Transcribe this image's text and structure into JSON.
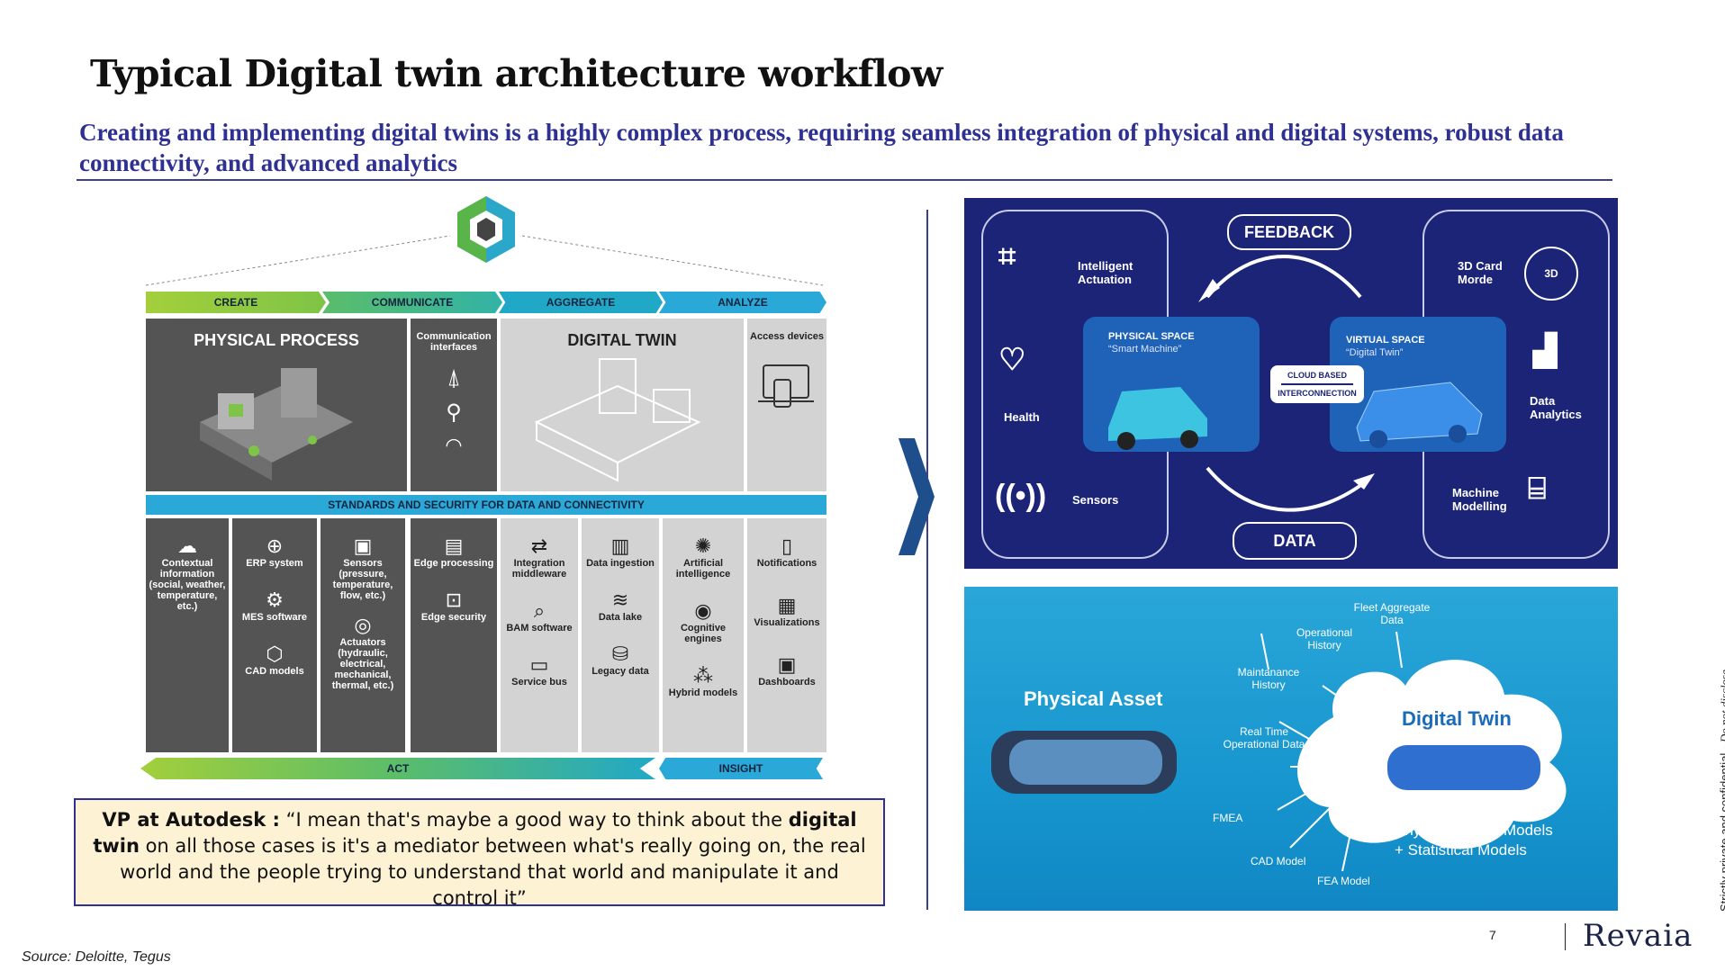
{
  "title": "Typical Digital twin architecture workflow",
  "subtitle": "Creating and implementing digital twins is a highly complex process, requiring seamless integration of physical and digital systems, robust data connectivity, and advanced analytics",
  "architecture": {
    "stages": [
      "CREATE",
      "COMMUNICATE",
      "AGGREGATE",
      "ANALYZE"
    ],
    "physical_process": "PHYSICAL PROCESS",
    "communication_interfaces": "Communication interfaces",
    "digital_twin": "DIGITAL TWIN",
    "access_devices": "Access devices",
    "standards_band": "STANDARDS AND SECURITY FOR DATA AND CONNECTIVITY",
    "col1": [
      "Contextual information (social, weather, temperature, etc.)"
    ],
    "col2": [
      "ERP system",
      "MES software",
      "CAD models"
    ],
    "col3": [
      "Sensors (pressure, temperature, flow, etc.)",
      "Actuators (hydraulic, electrical, mechanical, thermal, etc.)"
    ],
    "col4": [
      "Edge processing",
      "Edge security"
    ],
    "col5": [
      "Integration middleware",
      "BAM software",
      "Service bus"
    ],
    "col6": [
      "Data ingestion",
      "Data lake",
      "Legacy data"
    ],
    "col7": [
      "Artificial intelligence",
      "Cognitive engines",
      "Hybrid models"
    ],
    "col8": [
      "Notifications",
      "Visualizations",
      "Dashboards"
    ],
    "bottom": [
      "ACT",
      "INSIGHT"
    ]
  },
  "quote": {
    "speaker": "VP at Autodesk :",
    "open": "“I mean that's maybe a good way to think about the ",
    "emphasis": "digital twin",
    "rest": " on all those cases is it's a mediator between what's really going on, the real world and the people trying to understand that world and manipulate it and control it”"
  },
  "loop": {
    "feedback": "FEEDBACK",
    "data": "DATA",
    "physical_space": "PHYSICAL SPACE",
    "physical_sub": "“Smart Machine”",
    "virtual_space": "VIRTUAL SPACE",
    "virtual_sub": "“Digital Twin”",
    "cloud": "CLOUD BASED",
    "interconnection": "INTERCONNECTION",
    "left": [
      "Intelligent Actuation",
      "Health",
      "Sensors"
    ],
    "right": [
      "3D Card Morde",
      "Data Analytics",
      "Machine Modelling"
    ],
    "badge_3d": "3D"
  },
  "asset": {
    "physical_asset": "Physical Asset",
    "digital_twin": "Digital Twin",
    "models": "Physical Based Models + Statistical Models",
    "inputs": [
      "Fleet Aggregate Data",
      "Operational History",
      "Maintanance History",
      "Real Time Operational Data",
      "FMEA",
      "CAD Model",
      "FEA Model"
    ]
  },
  "source": "Source: Deloitte, Tegus",
  "page_number": "7",
  "brand": "Revaia",
  "confidential": "Strictly private and confidential - ",
  "confidential_italic": "Do not disclose",
  "colors": {
    "navy": "#2e3192",
    "blue_panel": "#1c2478",
    "light_blue": "#1796cf",
    "quote_bg": "#fdf2d4"
  }
}
